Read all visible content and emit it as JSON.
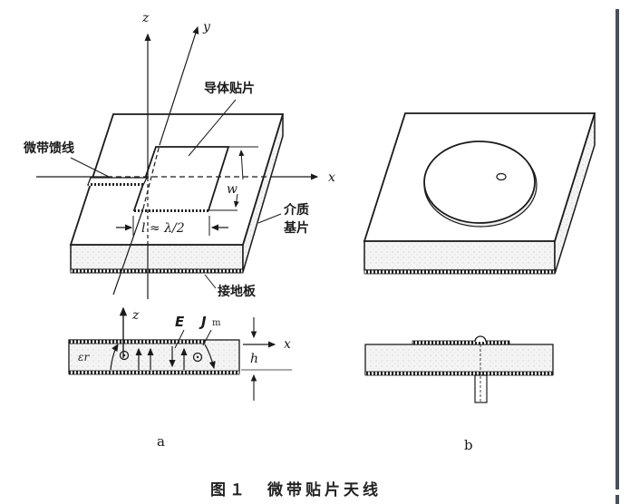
{
  "figure": {
    "caption": "图１　微带贴片天线",
    "panel_a": {
      "label": "a",
      "axes": {
        "z": "z",
        "y": "y",
        "x": "x"
      },
      "labels": {
        "patch": "导体贴片",
        "feed": "微带馈线",
        "substrate_line1": "介质",
        "substrate_line2": "基片",
        "ground": "接地板",
        "width": "w",
        "length": "l ≈ λ/2"
      },
      "cross_section": {
        "z": "z",
        "x": "x",
        "E": "E",
        "Jm": "J",
        "Jm_sub": "m",
        "eps": "εr",
        "h": "h"
      }
    },
    "panel_b": {
      "label": "b"
    }
  },
  "colors": {
    "line": "#1a1a1a",
    "substrate_fill": "#f2f2f2",
    "sidebar": "#4a5058"
  }
}
